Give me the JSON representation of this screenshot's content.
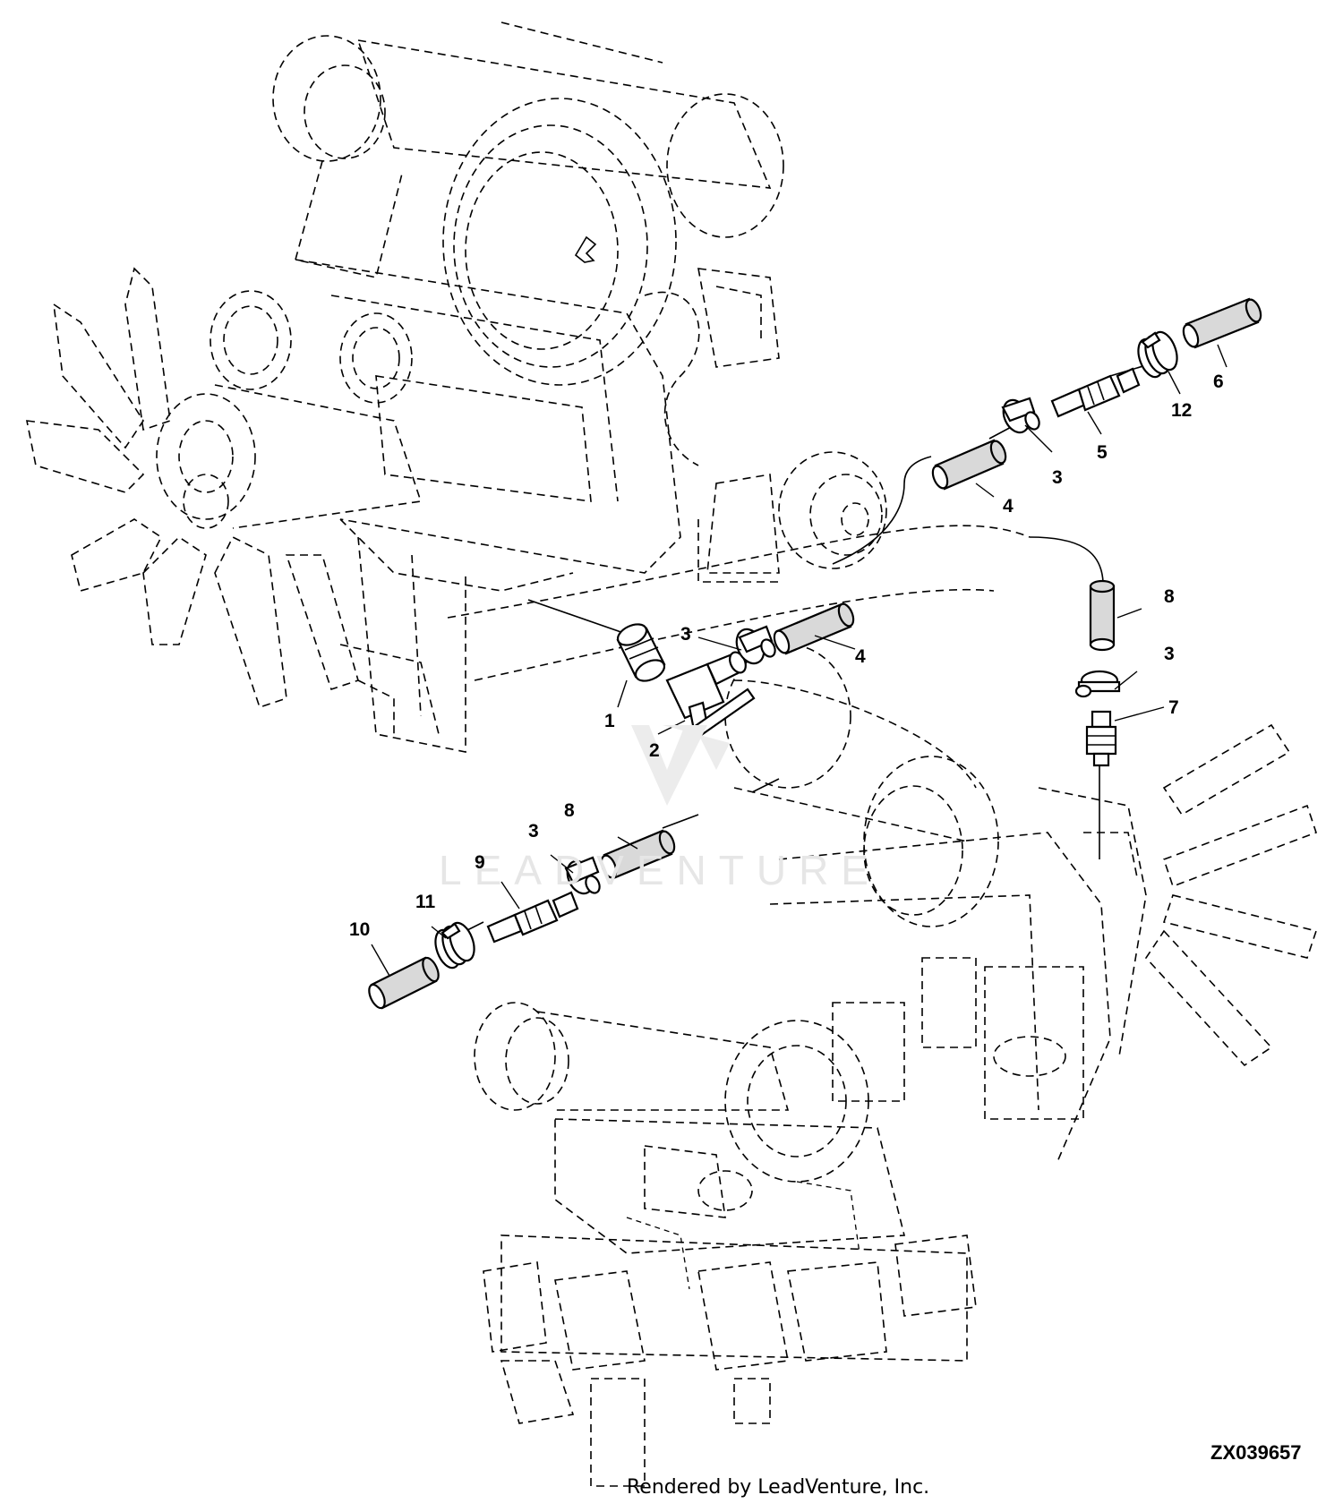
{
  "watermark": "LEADVENTURE",
  "footer_text": "Rendered by LeadVenture, Inc.",
  "drawing_number": "ZX039657",
  "callouts": {
    "c1": "1",
    "c2": "2",
    "c3a": "3",
    "c3b": "3",
    "c3c": "3",
    "c3d": "3",
    "c4a": "4",
    "c4b": "4",
    "c5": "5",
    "c6": "6",
    "c7": "7",
    "c8a": "8",
    "c8b": "8",
    "c9": "9",
    "c10": "10",
    "c11": "11",
    "c12": "12"
  },
  "colors": {
    "line": "#000000",
    "hose_fill": "#d9d9d9",
    "watermark": "#e6e6e6"
  }
}
